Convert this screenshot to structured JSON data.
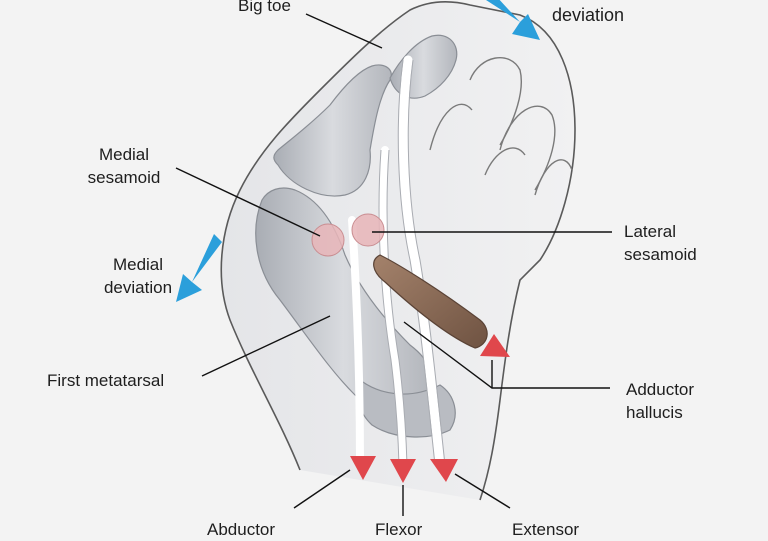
{
  "colors": {
    "background": "#f3f3f3",
    "foot_outline": "#5a5a5a",
    "bone": "#c9cbd0",
    "bone_shade": "#9ea2a9",
    "tendon": "#e6e8ec",
    "sesamoid": "#e8b5b8",
    "muscle": "#8b6a55",
    "arrow_red": "#e0474c",
    "deviation_arrow": "#2b9fdb",
    "leader_line": "#111111"
  },
  "icons": {
    "medial_deviation": "blue-arrow-down-left",
    "lateral_deviation": "blue-arrow-down-right",
    "pull_arrows": "red-triangle"
  },
  "labels": {
    "big_toe": "Big toe",
    "lateral_deviation": "deviation",
    "medial_sesamoid": [
      "Medial",
      "sesamoid"
    ],
    "lateral_sesamoid": [
      "Lateral",
      "sesamoid"
    ],
    "medial_deviation": [
      "Medial",
      "deviation"
    ],
    "first_metatarsal": "First metatarsal",
    "adductor_hallucis": [
      "Adductor",
      "hallucis"
    ],
    "abductor": "Abductor",
    "flexor": "Flexor",
    "extensor": "Extensor"
  }
}
